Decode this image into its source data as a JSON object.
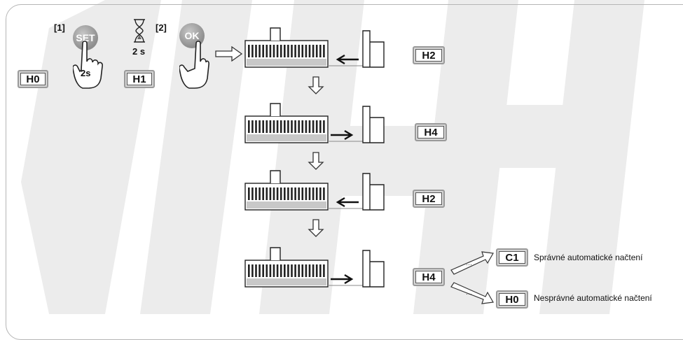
{
  "labels": {
    "step1": "[1]",
    "step2": "[2]",
    "set_button": "SET",
    "ok_button": "OK",
    "hold_2s_finger": "2s",
    "wait_2s": "2 s"
  },
  "codes": {
    "h0_start": "H0",
    "h1": "H1",
    "row1": "H2",
    "row2": "H4",
    "row3": "H2",
    "row4": "H4",
    "result_ok": "C1",
    "result_fail": "H0"
  },
  "notes": {
    "success": "Správné automatické načtení",
    "failure": "Nesprávné automatické načtení"
  },
  "colors": {
    "watermark": "#ececec",
    "button": "#9a9a9a",
    "line": "#222222",
    "panel_fill": "#c8c8c8"
  }
}
